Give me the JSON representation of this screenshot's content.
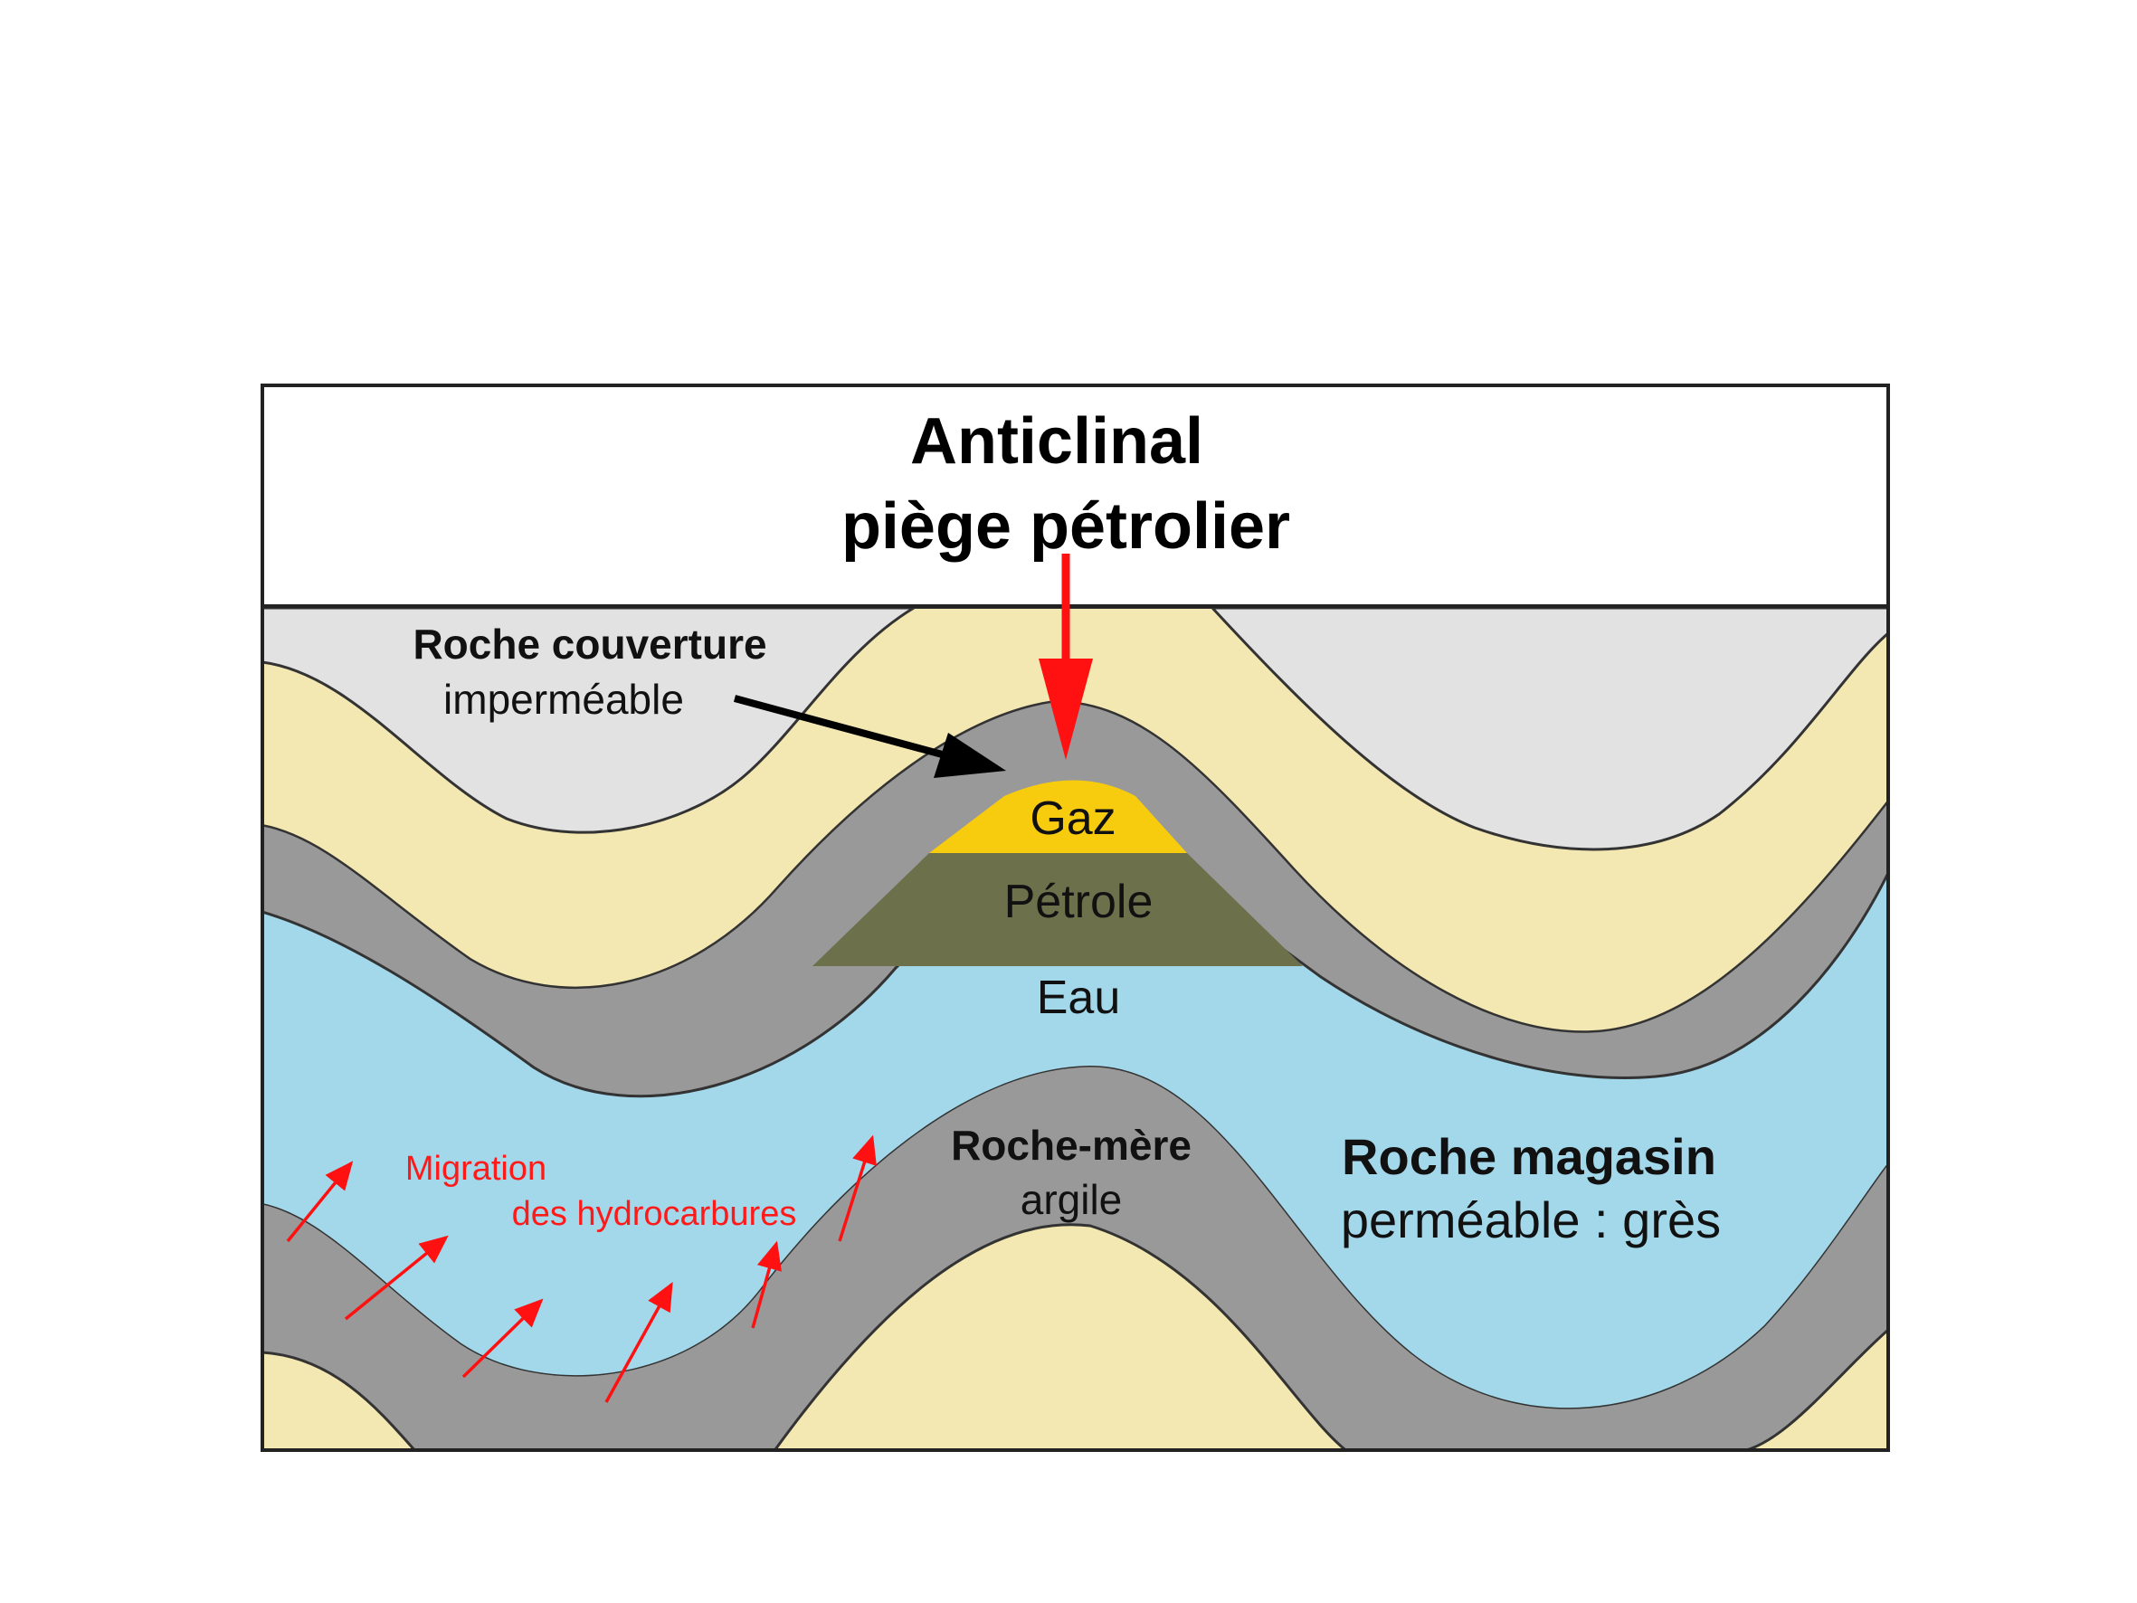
{
  "title": {
    "line1": "Anticlinal",
    "line2": "piège pétrolier"
  },
  "labels": {
    "caprock_title": "Roche couverture",
    "caprock_sub": "imperméable",
    "gas": "Gaz",
    "oil": "Pétrole",
    "water": "Eau",
    "source_title": "Roche-mère",
    "source_sub": "argile",
    "reservoir_title": "Roche magasin",
    "reservoir_sub": "perméable : grès",
    "migration_line1": "Migration",
    "migration_line2": "des hydrocarbures"
  },
  "colors": {
    "sand": "#f4e8b2",
    "light_grey": "#e2e2e2",
    "shale_grey": "#999999",
    "water_blue": "#a3d8ea",
    "gas_yellow": "#f8cc0e",
    "oil_olive": "#6c704b",
    "arrow_red": "#ff1111",
    "arrow_black": "#000000"
  }
}
